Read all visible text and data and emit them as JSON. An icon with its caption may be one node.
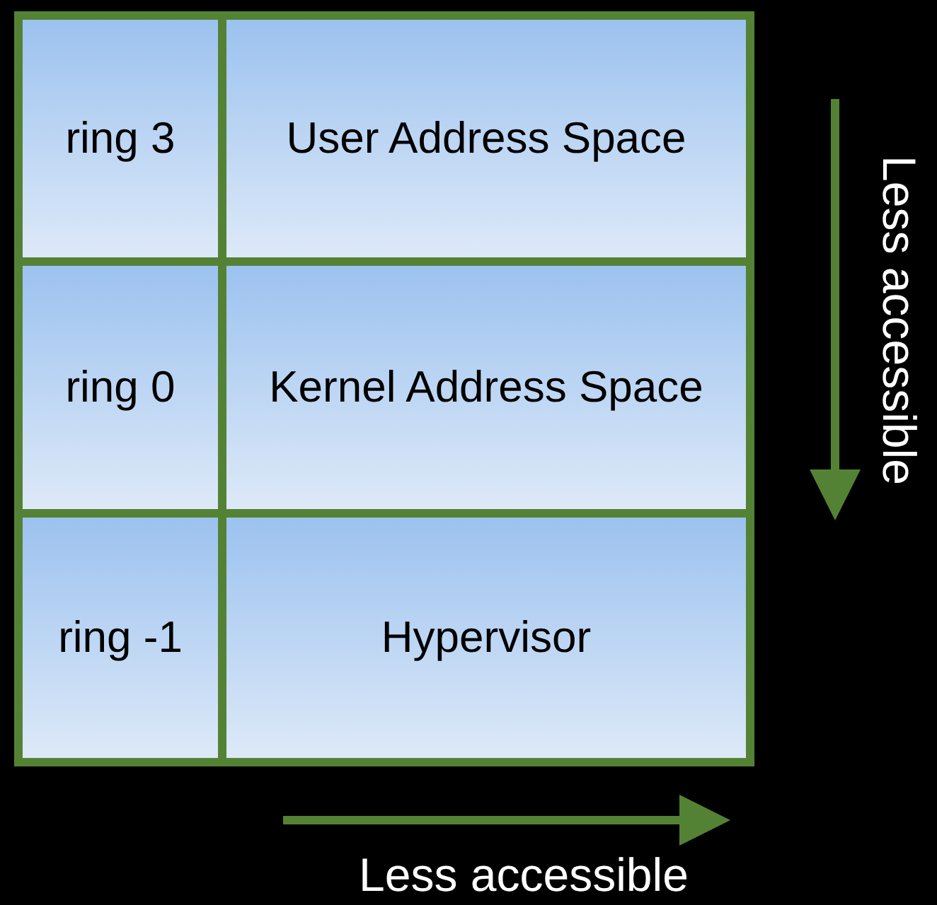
{
  "diagram": {
    "nodes": [
      {
        "text": [
          "ring 3"
        ]
      },
      {
        "text": [
          "User Address Space"
        ]
      },
      {
        "text": [
          "ring 0"
        ]
      },
      {
        "text": [
          "Kernel Address Space"
        ]
      },
      {
        "text": [
          "ring -1"
        ]
      },
      {
        "text": [
          "Hypervisor"
        ]
      }
    ],
    "labels": [
      "Less accessible",
      "Less accessible"
    ]
  }
}
